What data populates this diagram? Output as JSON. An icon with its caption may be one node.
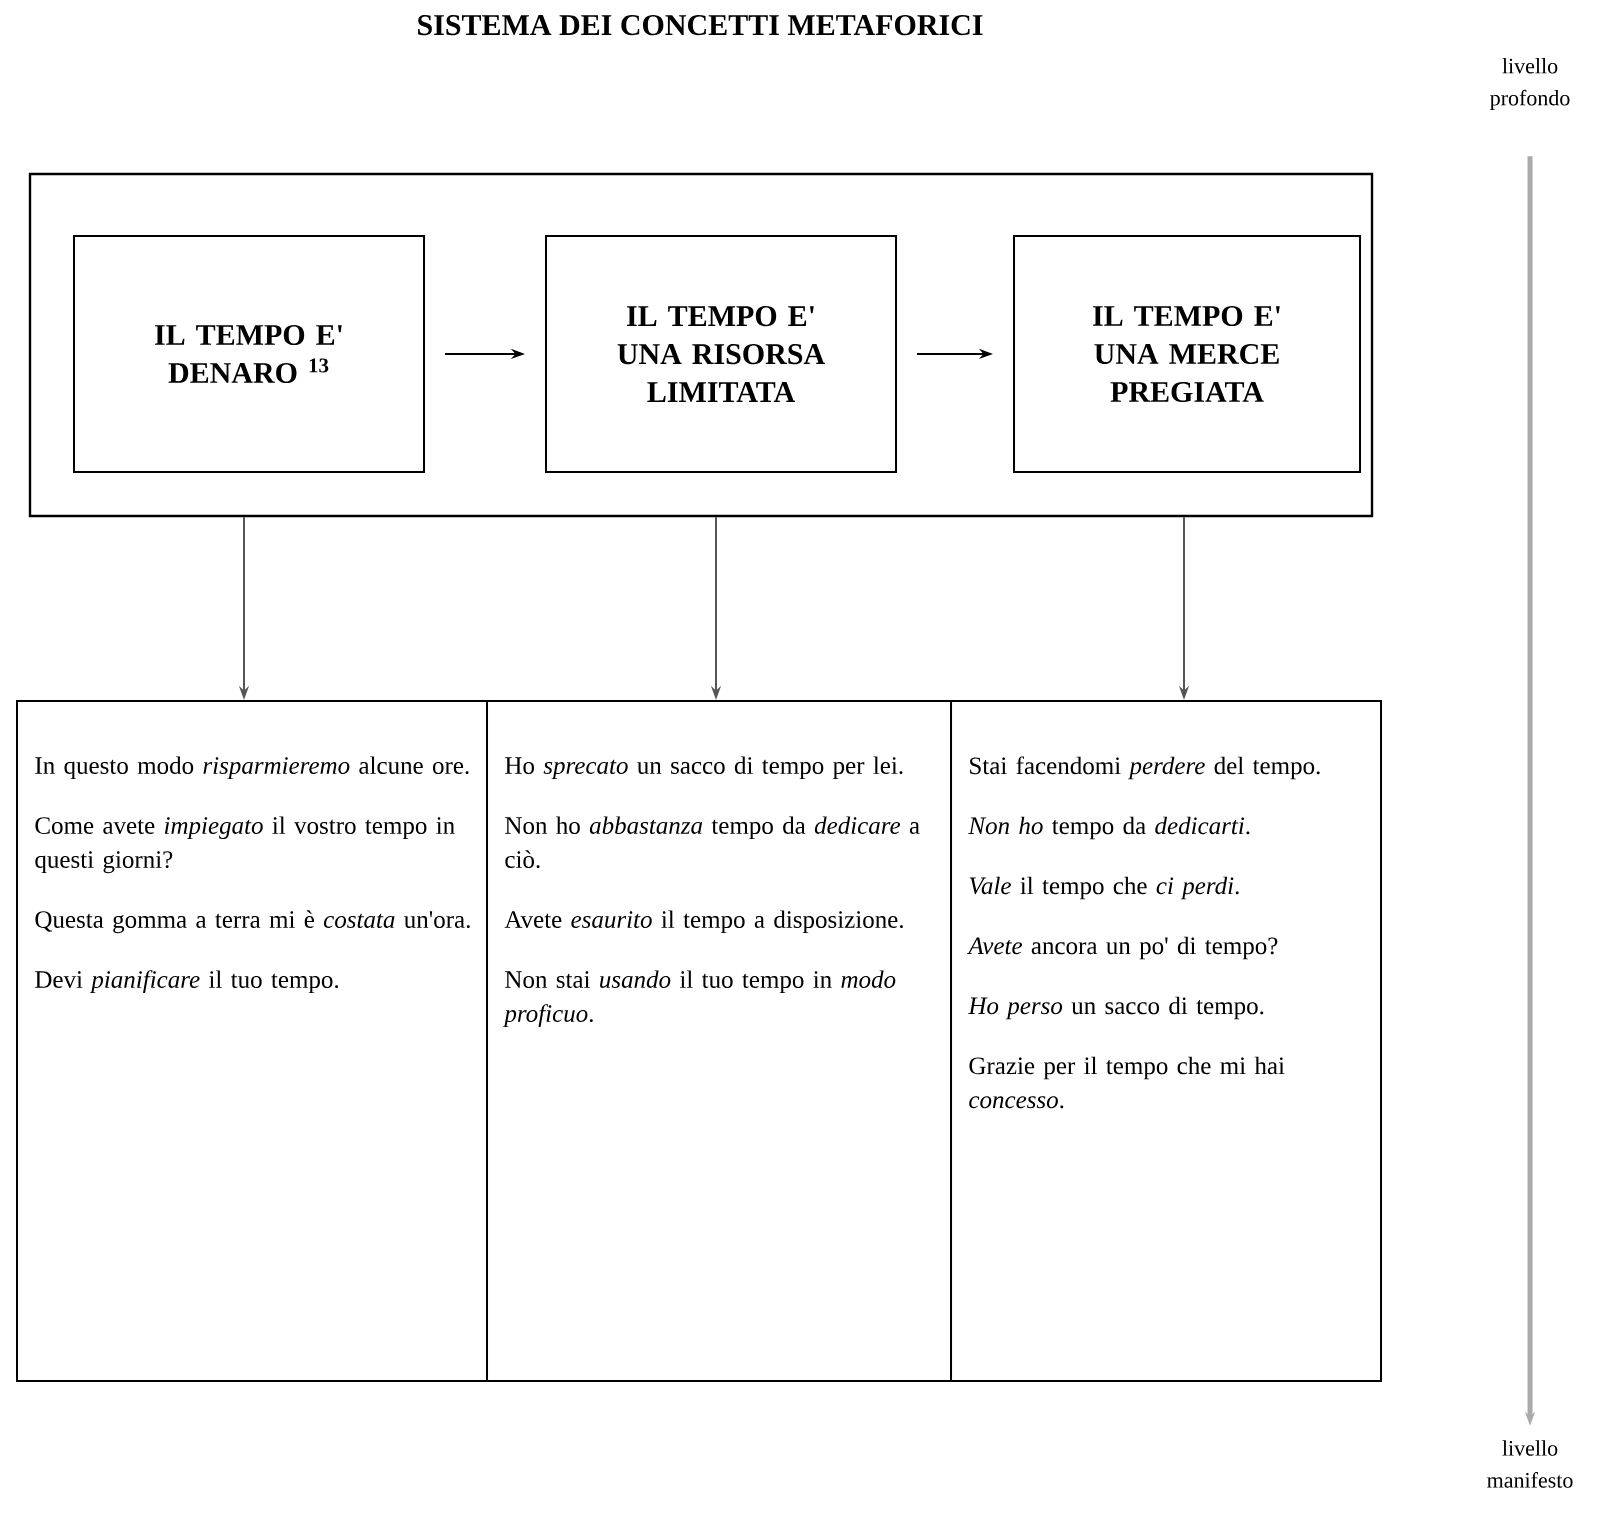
{
  "diagram": {
    "title": "SISTEMA DEI CONCETTI METAFORICI",
    "nodes": [
      {
        "text": [],
        "shape": "box"
      },
      {
        "text": [
          "IL TEMPO E' DENARO $^{13}$"
        ],
        "in": 0
      },
      {
        "text": [
          "IL TEMPO E' UNA RISORSA LIMITATA"
        ],
        "in": 0
      },
      {
        "text": [
          "IL TEMPO E' UNA MERCE PREGIATA"
        ],
        "in": 0
      },
      {
        "text": [
          "In questo modo *risparmieremo* alcune ore.",
          "Come avete *impiegato* il vostro tempo in questi giorni?",
          "Questa gomma a terra mi è *costata* un'ora.",
          "Devi *pianificare* il tuo tempo."
        ]
      },
      {
        "text": [
          "Ho *sprecato* un sacco di tempo per lei.",
          "Non ho *abbastanza* tempo da *dedicare* a ciò.",
          "Avete *esaurito* il tempo a disposizione.",
          "Non stai *usando* il tuo tempo in *modo proficuo*."
        ]
      },
      {
        "text": [
          "Stai facendomi *perdere* del tempo.",
          "*Non ho* tempo da *dedicarti*.",
          "*Vale* il tempo che *ci perdi*.",
          "*Avete* ancora un po' di tempo?",
          "*Ho perso* un sacco di tempo.",
          "Grazie per il tempo che mi hai *concesso*."
        ]
      },
      {
        "text": [
          "livello profondo"
        ]
      },
      {
        "text": [
          "livello manifesto"
        ]
      }
    ],
    "edges": [
      {
        "from": 1,
        "to": 2,
        "arrow": "to"
      },
      {
        "from": 2,
        "to": 3,
        "arrow": "to"
      },
      {
        "from": 0,
        "to": 4,
        "arrow": "to",
        "color": "#555555"
      },
      {
        "from": 0,
        "to": 5,
        "arrow": "to",
        "color": "#555555"
      },
      {
        "from": 0,
        "to": 6,
        "arrow": "to",
        "color": "#555555"
      },
      {
        "from": 7,
        "to": 8,
        "arrow": "to",
        "style": "thick",
        "color": "#aaaaaa"
      }
    ]
  }
}
